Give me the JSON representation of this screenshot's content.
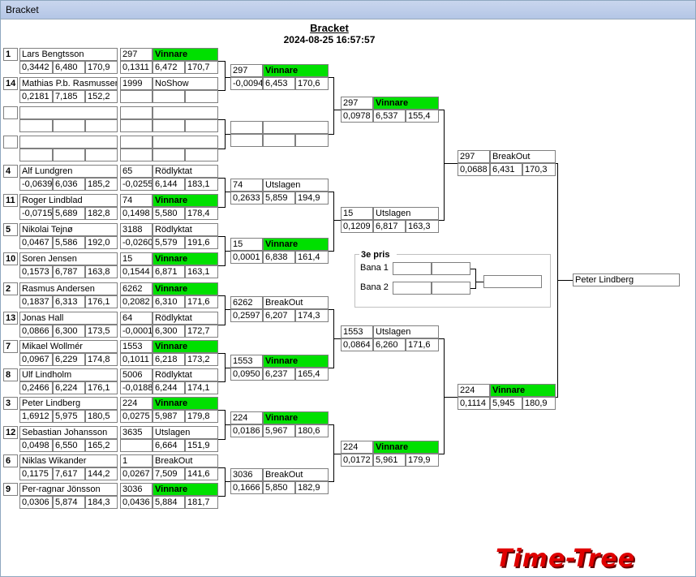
{
  "window_title": "Bracket",
  "header": {
    "title": "Bracket",
    "datetime": "2024-08-25 16:57:57"
  },
  "round1": [
    {
      "seed": "1",
      "name": "Lars Bengtsson",
      "s1": "0,3442",
      "s2": "6,480",
      "s3": "170,9",
      "r_num": "297",
      "r_status": "Vinnare",
      "r_s1": "0,1311",
      "r_s2": "6,472",
      "r_s3": "170,7"
    },
    {
      "seed": "14",
      "name": "Mathias P.b. Rasmussen",
      "s1": "0,2181",
      "s2": "7,185",
      "s3": "152,2",
      "r_num": "1999",
      "r_status": "NoShow",
      "r_s1": "",
      "r_s2": "",
      "r_s3": ""
    },
    {
      "seed": "",
      "name": "",
      "s1": "",
      "s2": "",
      "s3": "",
      "r_num": "",
      "r_status": "",
      "r_s1": "",
      "r_s2": "",
      "r_s3": ""
    },
    {
      "seed": "",
      "name": "",
      "s1": "",
      "s2": "",
      "s3": "",
      "r_num": "",
      "r_status": "",
      "r_s1": "",
      "r_s2": "",
      "r_s3": ""
    },
    {
      "seed": "4",
      "name": "Alf Lundgren",
      "s1": "-0,0639",
      "s2": "6,036",
      "s3": "185,2",
      "r_num": "65",
      "r_status": "Rödlyktat",
      "r_s1": "-0,0255",
      "r_s2": "6,144",
      "r_s3": "183,1"
    },
    {
      "seed": "11",
      "name": "Roger Lindblad",
      "s1": "-0,0715",
      "s2": "5,689",
      "s3": "182,8",
      "r_num": "74",
      "r_status": "Vinnare",
      "r_s1": "0,1498",
      "r_s2": "5,580",
      "r_s3": "178,4"
    },
    {
      "seed": "5",
      "name": "Nikolai Tejnø",
      "s1": "0,0467",
      "s2": "5,586",
      "s3": "192,0",
      "r_num": "3188",
      "r_status": "Rödlyktat",
      "r_s1": "-0,0260",
      "r_s2": "5,579",
      "r_s3": "191,6"
    },
    {
      "seed": "10",
      "name": "Soren Jensen",
      "s1": "0,1573",
      "s2": "6,787",
      "s3": "163,8",
      "r_num": "15",
      "r_status": "Vinnare",
      "r_s1": "0,1544",
      "r_s2": "6,871",
      "r_s3": "163,1"
    },
    {
      "seed": "2",
      "name": "Rasmus Andersen",
      "s1": "0,1837",
      "s2": "6,313",
      "s3": "176,1",
      "r_num": "6262",
      "r_status": "Vinnare",
      "r_s1": "0,2082",
      "r_s2": "6,310",
      "r_s3": "171,6"
    },
    {
      "seed": "13",
      "name": "Jonas Hall",
      "s1": "0,0866",
      "s2": "6,300",
      "s3": "173,5",
      "r_num": "64",
      "r_status": "Rödlyktat",
      "r_s1": "-0,0001",
      "r_s2": "6,300",
      "r_s3": "172,7"
    },
    {
      "seed": "7",
      "name": "Mikael Wollmér",
      "s1": "0,0967",
      "s2": "6,229",
      "s3": "174,8",
      "r_num": "1553",
      "r_status": "Vinnare",
      "r_s1": "0,1011",
      "r_s2": "6,218",
      "r_s3": "173,2"
    },
    {
      "seed": "8",
      "name": "Ulf Lindholm",
      "s1": "0,2466",
      "s2": "6,224",
      "s3": "176,1",
      "r_num": "5006",
      "r_status": "Rödlyktat",
      "r_s1": "-0,0188",
      "r_s2": "6,244",
      "r_s3": "174,1"
    },
    {
      "seed": "3",
      "name": "Peter Lindberg",
      "s1": "1,6912",
      "s2": "5,975",
      "s3": "180,5",
      "r_num": "224",
      "r_status": "Vinnare",
      "r_s1": "0,0275",
      "r_s2": "5,987",
      "r_s3": "179,8"
    },
    {
      "seed": "12",
      "name": "Sebastian Johansson",
      "s1": "0,0498",
      "s2": "6,550",
      "s3": "165,2",
      "r_num": "3635",
      "r_status": "Utslagen",
      "r_s1": "",
      "r_s2": "6,664",
      "r_s3": "151,9"
    },
    {
      "seed": "6",
      "name": "Niklas Wikander",
      "s1": "0,1175",
      "s2": "7,617",
      "s3": "144,2",
      "r_num": "1",
      "r_status": "BreakOut",
      "r_s1": "0,0267",
      "r_s2": "7,509",
      "r_s3": "141,6"
    },
    {
      "seed": "9",
      "name": "Per-ragnar Jönsson",
      "s1": "0,0306",
      "s2": "5,874",
      "s3": "184,3",
      "r_num": "3036",
      "r_status": "Vinnare",
      "r_s1": "0,0436",
      "r_s2": "5,884",
      "r_s3": "181,7"
    }
  ],
  "round2": [
    {
      "num": "297",
      "status": "Vinnare",
      "s1": "-0,0094",
      "s2": "6,453",
      "s3": "170,6"
    },
    {
      "num": "",
      "status": "",
      "s1": "",
      "s2": "",
      "s3": ""
    },
    {
      "num": "74",
      "status": "Utslagen",
      "s1": "0,2633",
      "s2": "5,859",
      "s3": "194,9"
    },
    {
      "num": "15",
      "status": "Vinnare",
      "s1": "0,0001",
      "s2": "6,838",
      "s3": "161,4"
    },
    {
      "num": "6262",
      "status": "BreakOut",
      "s1": "0,2597",
      "s2": "6,207",
      "s3": "174,3"
    },
    {
      "num": "1553",
      "status": "Vinnare",
      "s1": "0,0950",
      "s2": "6,237",
      "s3": "165,4"
    },
    {
      "num": "224",
      "status": "Vinnare",
      "s1": "0,0186",
      "s2": "5,967",
      "s3": "180,6"
    },
    {
      "num": "3036",
      "status": "BreakOut",
      "s1": "0,1666",
      "s2": "5,850",
      "s3": "182,9"
    }
  ],
  "round3": [
    {
      "num": "297",
      "status": "Vinnare",
      "s1": "0,0978",
      "s2": "6,537",
      "s3": "155,4"
    },
    {
      "num": "15",
      "status": "Utslagen",
      "s1": "0,1209",
      "s2": "6,817",
      "s3": "163,3"
    },
    {
      "num": "1553",
      "status": "Utslagen",
      "s1": "0,0864",
      "s2": "6,260",
      "s3": "171,6"
    },
    {
      "num": "224",
      "status": "Vinnare",
      "s1": "0,0172",
      "s2": "5,961",
      "s3": "179,9"
    }
  ],
  "round4": [
    {
      "num": "297",
      "status": "BreakOut",
      "s1": "0,0688",
      "s2": "6,431",
      "s3": "170,3"
    },
    {
      "num": "224",
      "status": "Vinnare",
      "s1": "0,1114",
      "s2": "5,945",
      "s3": "180,9"
    }
  ],
  "final": {
    "winner": "Peter Lindberg"
  },
  "third_place": {
    "title": "3e pris",
    "lane1": "Bana 1",
    "lane2": "Bana 2"
  },
  "logo": "Time-Tree",
  "colors": {
    "winner_green": "#00e000",
    "logo_red": "#e00000"
  }
}
